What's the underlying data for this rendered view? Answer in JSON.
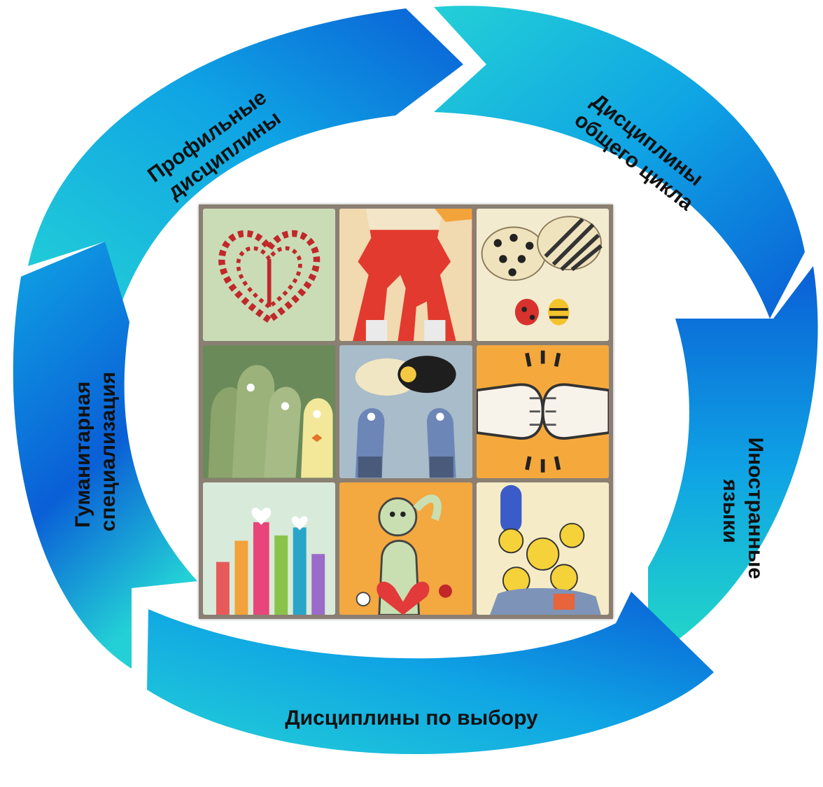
{
  "diagram": {
    "segments": [
      {
        "id": "profile",
        "lines": [
          "Профильные",
          "дисциплины"
        ]
      },
      {
        "id": "general",
        "lines": [
          "Дисциплины",
          "общего цикла"
        ]
      },
      {
        "id": "languages",
        "lines": [
          "Иностранные",
          "языки"
        ]
      },
      {
        "id": "elective",
        "lines": [
          "Дисциплины по выбору"
        ]
      },
      {
        "id": "humanities",
        "lines": [
          "Гуманитарная",
          "специализация"
        ]
      }
    ],
    "colors": {
      "arrow_dark": "#0a5fd6",
      "arrow_mid": "#0d8fe0",
      "arrow_light": "#23d0d6",
      "label": "#111111",
      "grid_frame": "#8a7f72"
    }
  },
  "illustrations": [
    {
      "icon": "heart-of-people-icon",
      "bg": "#c9dcb6"
    },
    {
      "icon": "two-faces-pointing-icon",
      "bg": "#e23a2e"
    },
    {
      "icon": "ladybug-and-bee-icon",
      "bg": "#f2ebcf"
    },
    {
      "icon": "crowd-faces-icon",
      "bg": "#6b8a5a"
    },
    {
      "icon": "two-men-speech-bubbles-icon",
      "bg": "#a9bcc9"
    },
    {
      "icon": "fist-bump-icon",
      "bg": "#f5a93c"
    },
    {
      "icon": "raised-hands-hearts-icon",
      "bg": "#d8ead9"
    },
    {
      "icon": "man-thinking-angel-devil-icon",
      "bg": "#f3a840"
    },
    {
      "icon": "cartoon-family-icon",
      "bg": "#f5ecc7"
    }
  ]
}
